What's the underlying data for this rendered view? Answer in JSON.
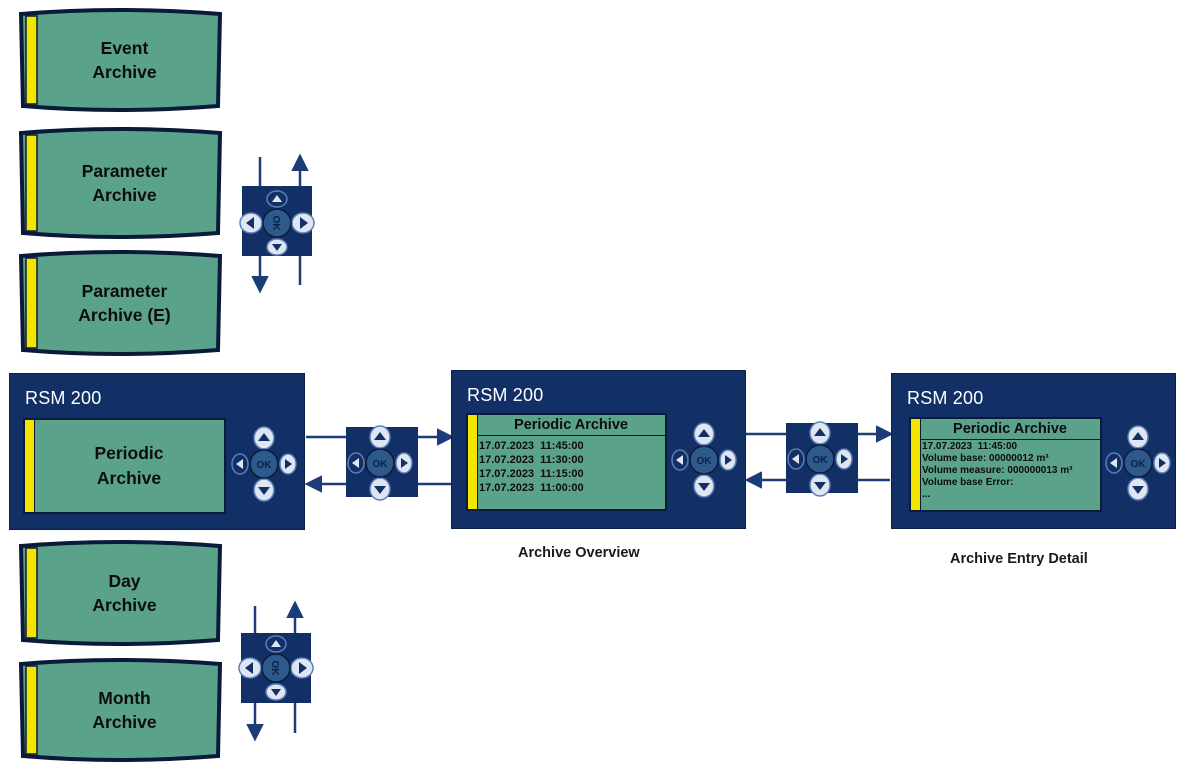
{
  "colors": {
    "navy": "#123066",
    "lcd_green": "#5aa28a",
    "stripe_yellow": "#f4e500",
    "arrow": "#1c3d7a"
  },
  "icons": {
    "dpad": "dpad-icon",
    "ok": "ok-button"
  },
  "left_cards": [
    {
      "id": "event",
      "label": "Event\nArchive"
    },
    {
      "id": "parameter",
      "label": "Parameter\nArchive"
    },
    {
      "id": "parameter-e",
      "label": "Parameter\nArchive (E)"
    },
    {
      "id": "day",
      "label": "Day\nArchive"
    },
    {
      "id": "month",
      "label": "Month\nArchive"
    }
  ],
  "ok_label": "OK",
  "device_main": {
    "title": "RSM 200",
    "screen_label": "Periodic\nArchive"
  },
  "device_overview": {
    "title": "RSM 200",
    "screen_title": "Periodic Archive",
    "entries": [
      "17.07.2023  11:45:00",
      "17.07.2023  11:30:00",
      "17.07.2023  11:15:00",
      "17.07.2023  11:00:00"
    ],
    "caption": "Archive Overview"
  },
  "device_detail": {
    "title": "RSM 200",
    "screen_title": "Periodic Archive",
    "lines": [
      "17.07.2023  11:45:00",
      "Volume base: 00000012 m³",
      "Volume measure: 000000013 m³",
      "Volume base Error:",
      "..."
    ],
    "caption": "Archive Entry  Detail"
  }
}
